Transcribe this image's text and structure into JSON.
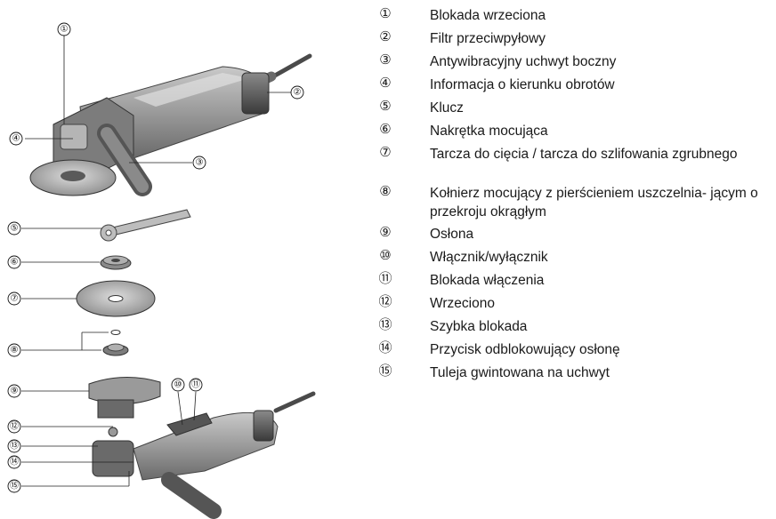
{
  "figure": {
    "callouts": [
      "①",
      "②",
      "③",
      "④",
      "⑤",
      "⑥",
      "⑦",
      "⑧",
      "⑨",
      "⑩",
      "⑪",
      "⑫",
      "⑬",
      "⑭",
      "⑮"
    ]
  },
  "legend": {
    "items": [
      {
        "num": "①",
        "text": "Blokada wrzeciona"
      },
      {
        "num": "②",
        "text": "Filtr przeciwpyłowy"
      },
      {
        "num": "③",
        "text": "Antywibracyjny uchwyt boczny"
      },
      {
        "num": "④",
        "text": "Informacja o kierunku obrotów"
      },
      {
        "num": "⑤",
        "text": "Klucz"
      },
      {
        "num": "⑥",
        "text": "Nakrętka mocująca"
      },
      {
        "num": "⑦",
        "text": "Tarcza do cięcia / tarcza do szlifowania zgrubnego"
      },
      {
        "num": "⑧",
        "text": "Kołnierz mocujący z pierścieniem uszczelnia- jącym o przekroju okrągłym"
      },
      {
        "num": "⑨",
        "text": "Osłona"
      },
      {
        "num": "⑩",
        "text": "Włącznik/wyłącznik"
      },
      {
        "num": "⑪",
        "text": "Blokada włączenia"
      },
      {
        "num": "⑫",
        "text": "Wrzeciono"
      },
      {
        "num": "⑬",
        "text": "Szybka blokada"
      },
      {
        "num": "⑭",
        "text": "Przycisk odblokowujący osłonę"
      },
      {
        "num": "⑮",
        "text": "Tuleja gwintowana na uchwyt"
      }
    ]
  }
}
